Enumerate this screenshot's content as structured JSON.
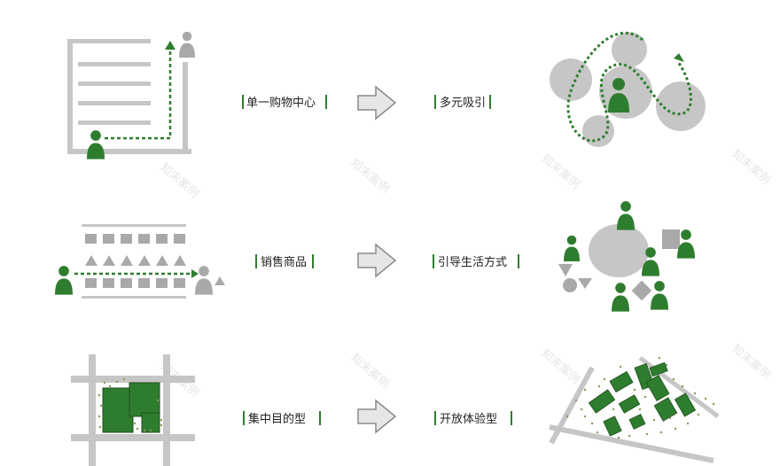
{
  "colors": {
    "green": "#2e7d2e",
    "gray": "#c6c6c6",
    "dark_gray": "#a9a9a9",
    "bracket_green": "#2f7f2f"
  },
  "rows": [
    {
      "left_label": "单一购物中心",
      "right_label": "多元吸引"
    },
    {
      "left_label": "销售商品",
      "right_label": "引导生活方式"
    },
    {
      "left_label": "集中目的型",
      "right_label": "开放体验型"
    }
  ],
  "watermark": "知末案例"
}
